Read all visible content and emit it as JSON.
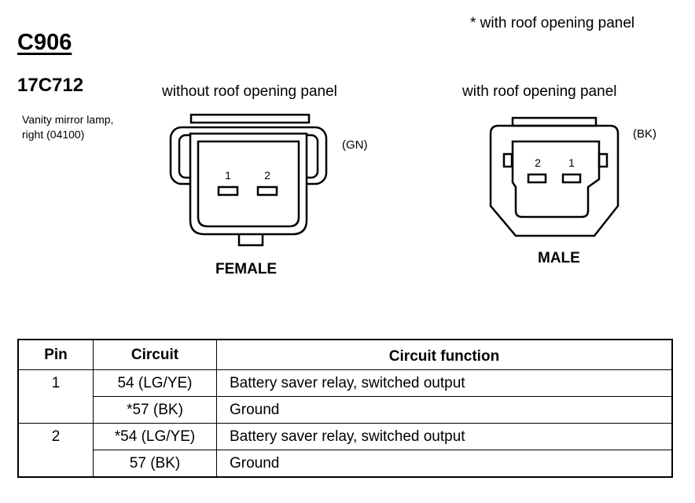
{
  "connector": {
    "id": "C906",
    "part_number": "17C712",
    "description_line1": "Vanity mirror lamp,",
    "description_line2": "right (04100)",
    "footnote": "*  with roof opening panel"
  },
  "left_connector": {
    "label": "without roof opening panel",
    "color": "(GN)",
    "gender": "FEMALE",
    "pins": [
      "1",
      "2"
    ]
  },
  "right_connector": {
    "label": "with roof opening panel",
    "color": "(BK)",
    "gender": "MALE",
    "pins": [
      "2",
      "1"
    ]
  },
  "table": {
    "headers": {
      "pin": "Pin",
      "circuit": "Circuit",
      "function": "Circuit function"
    },
    "rows": [
      {
        "pin": "1",
        "circuit": "54 (LG/YE)",
        "function": "Battery saver relay, switched output"
      },
      {
        "pin": "",
        "circuit": "*57 (BK)",
        "function": "Ground"
      },
      {
        "pin": "2",
        "circuit": "*54 (LG/YE)",
        "function": "Battery saver relay, switched output"
      },
      {
        "pin": "",
        "circuit": "57 (BK)",
        "function": "Ground"
      }
    ]
  }
}
